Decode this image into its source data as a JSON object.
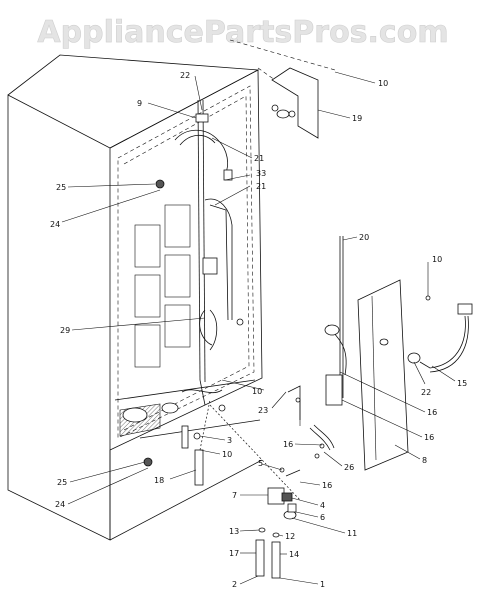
{
  "watermark": "AppliancePartsPros.com",
  "callouts": [
    "22",
    "9",
    "21",
    "33",
    "21",
    "25",
    "24",
    "29",
    "10",
    "19",
    "20",
    "10",
    "22",
    "15",
    "16",
    "16",
    "23",
    "10",
    "16",
    "26",
    "8",
    "3",
    "10",
    "18",
    "25",
    "24",
    "5",
    "16",
    "7",
    "4",
    "6",
    "11",
    "13",
    "12",
    "17",
    "14",
    "2",
    "1"
  ]
}
